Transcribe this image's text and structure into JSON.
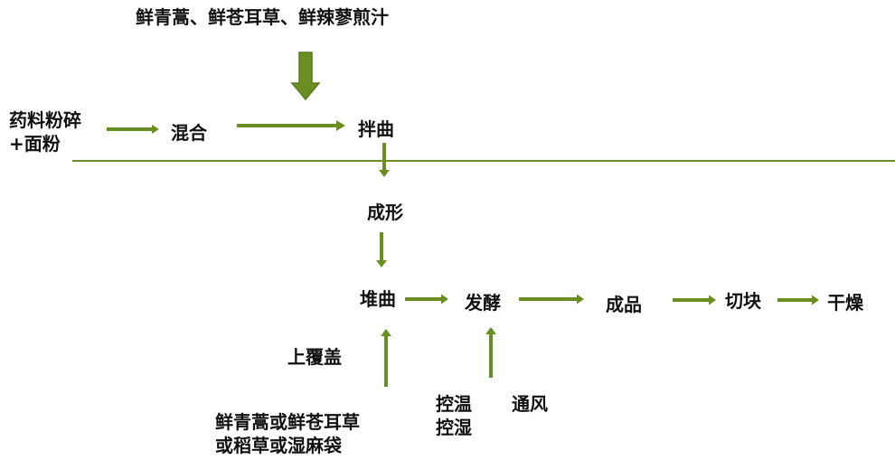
{
  "colors": {
    "arrow": "#6b8e23",
    "arrow_dark": "#5a7a1e",
    "rule": "#6b8e23",
    "text": "#111111"
  },
  "labels": {
    "decoction": "鲜青蒿、鲜苍耳草、鲜辣蓼煎汁",
    "herb_powder_line1": "药料粉碎",
    "herb_powder_line2": "+面粉",
    "mix": "混合",
    "stir_qu": "拌曲",
    "forming": "成形",
    "pile_qu": "堆曲",
    "ferment": "发酵",
    "product": "成品",
    "cut": "切块",
    "dry": "干燥",
    "cover": "上覆盖",
    "cover_material_line1": "鲜青蒿或鲜苍耳草",
    "cover_material_line2": "或稻草或湿麻袋",
    "temp_control": "控温",
    "humidity_control": "控湿",
    "ventilation": "通风"
  }
}
